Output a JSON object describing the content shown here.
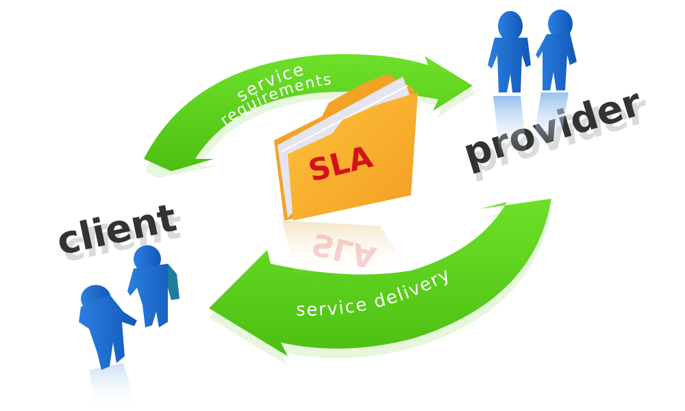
{
  "diagram": {
    "title": "SLA",
    "center": {
      "label": "SLA",
      "icon": "folder-icon",
      "color": "#f6aa2c",
      "text_color": "#d3121c"
    },
    "nodes": [
      {
        "id": "client",
        "label": "client",
        "icon": "people-icon",
        "color": "#1e6fd0"
      },
      {
        "id": "provider",
        "label": "provider",
        "icon": "people-icon",
        "color": "#1e6fd0"
      }
    ],
    "flows": [
      {
        "id": "requirements",
        "label_line1": "service",
        "label_line2": "requirements",
        "from": "client",
        "to": "provider",
        "color": "#5ccf1a"
      },
      {
        "id": "delivery",
        "label": "service delivery",
        "from": "provider",
        "to": "client",
        "color": "#5ccf1a"
      }
    ]
  }
}
